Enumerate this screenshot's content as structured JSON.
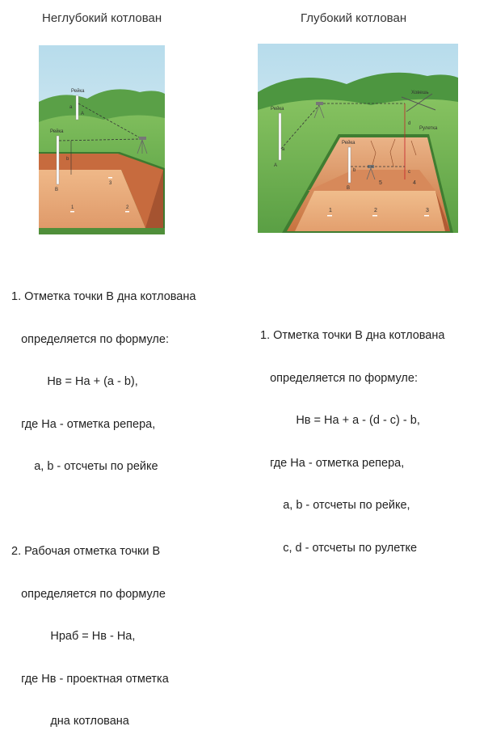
{
  "left": {
    "title": "Неглубокий котлован",
    "labels": {
      "staff_top": "Рейка",
      "staff_left": "Рейка",
      "point_a": "A",
      "point_b": "B",
      "a": "a",
      "b": "b",
      "p1": "1",
      "p2": "2",
      "p3": "3"
    },
    "notes": [
      "1. Отметка точки В дна котлована",
      "   определяется по формуле:",
      "           Hв = Hа + (a - b),",
      "   где Hа - отметка репера,",
      "       a, b - отсчеты по рейке",
      "",
      "2. Рабочая отметка точки В",
      "   определяется по формуле",
      "            Hраб = Hв - Hа,",
      "   где Hв - проектная отметка",
      "            дна котлована"
    ]
  },
  "right": {
    "title": "Глубокий котлован",
    "labels": {
      "staff_left": "Рейка",
      "staff_pit": "Рейка",
      "tape": "Рулетка",
      "weight": "Ховешь",
      "point_a": "A",
      "point_b": "B",
      "a": "a",
      "b": "b",
      "c": "c",
      "d": "d",
      "p1": "1",
      "p2": "2",
      "p3": "3",
      "p4": "4",
      "p5": "5"
    },
    "notes": [
      "1. Отметка точки В дна котлована",
      "   определяется по формуле:",
      "           Hв = Hа + a - (d - c) - b,",
      "   где Hа - отметка репера,",
      "       a, b - отсчеты по рейке,",
      "       c, d - отсчеты по рулетке"
    ]
  },
  "colors": {
    "sky": "#cfe7f2",
    "grass": "#6fae52",
    "grass_dark": "#3f8a36",
    "pit_floor": "#e7a676",
    "pit_wall": "#c76b3e",
    "pit_wall_dark": "#a55330",
    "staff": "#ffffff",
    "dashes": "#333333"
  }
}
